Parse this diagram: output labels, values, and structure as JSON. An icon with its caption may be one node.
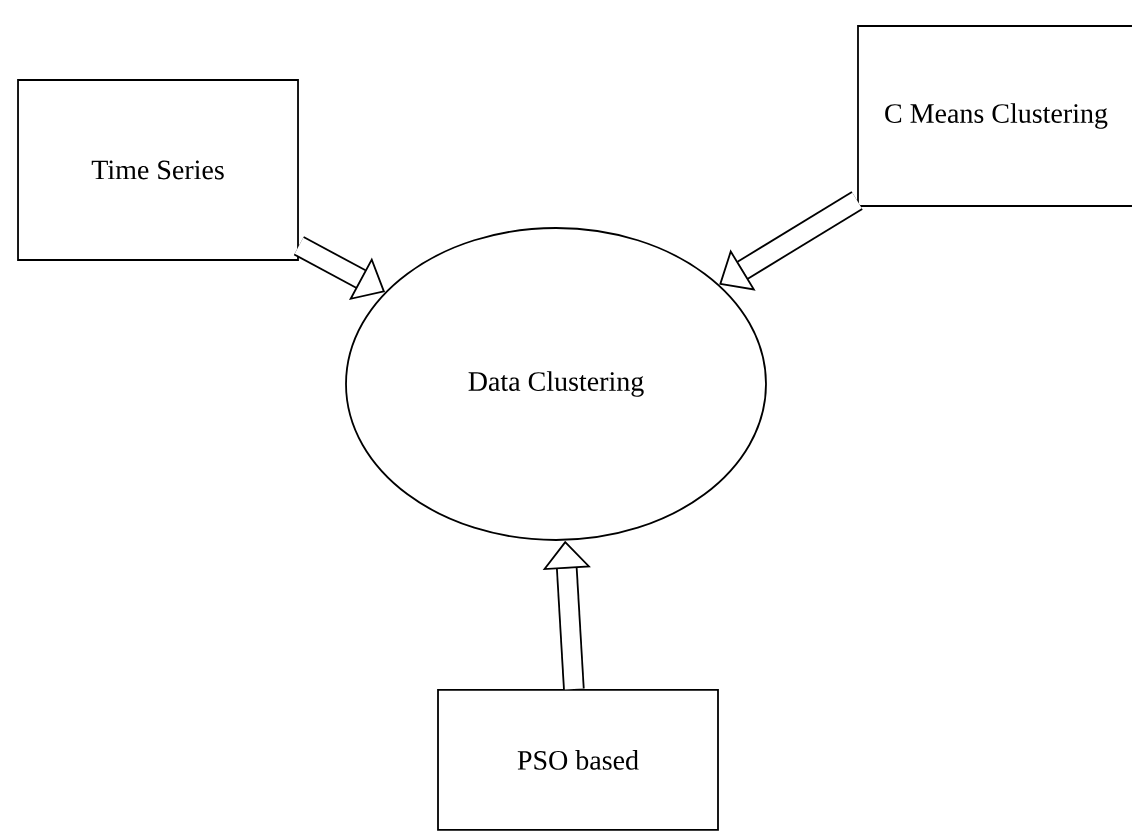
{
  "diagram": {
    "nodes": [
      {
        "text": [
          "Time Series"
        ]
      },
      {
        "text": [
          "Data Clustering"
        ]
      },
      {
        "text": [
          "C Means Clustering"
        ]
      },
      {
        "text": [
          "PSO based"
        ]
      }
    ],
    "edges": [
      {
        "from": 0,
        "to": 1,
        "arrow": "to"
      },
      {
        "from": 2,
        "to": 1,
        "arrow": "to"
      },
      {
        "from": 3,
        "to": 1,
        "arrow": "to"
      }
    ]
  }
}
